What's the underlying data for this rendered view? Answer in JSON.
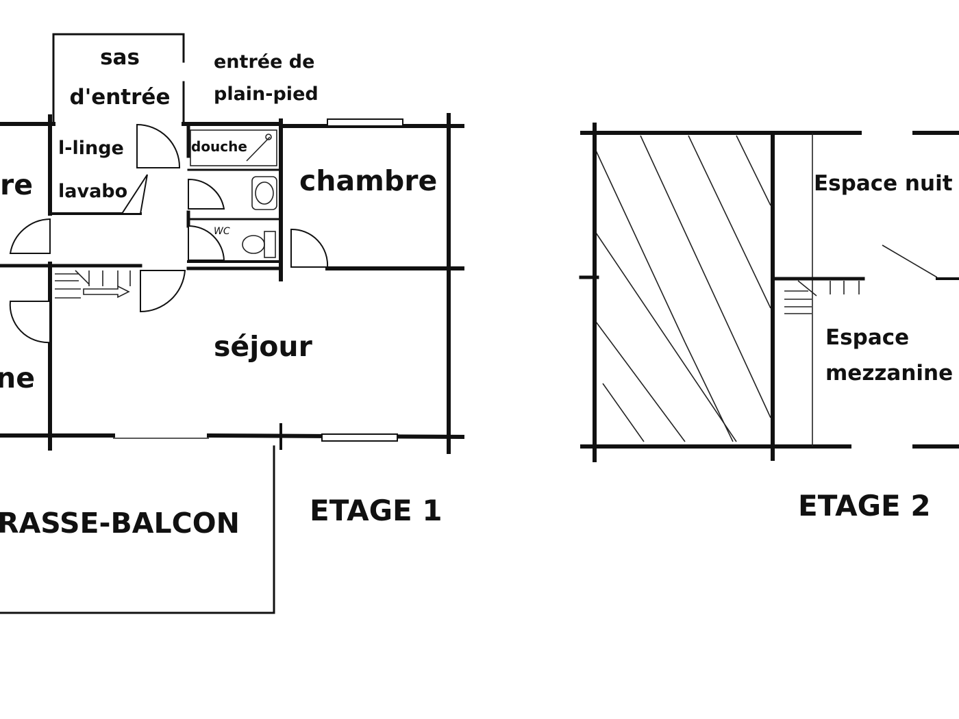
{
  "floor1": {
    "title": "ETAGE 1",
    "rooms": {
      "sas": [
        "sas",
        "d'entrée"
      ],
      "entree": [
        "entrée de",
        "plain-pied"
      ],
      "llinge": "l-linge",
      "lavabo": "lavabo",
      "douche": "douche",
      "wc": "WC",
      "chambre": "chambre",
      "chambre_left": "re",
      "sejour": "séjour",
      "cuisine_left": "ne",
      "terrasse": "RASSE-BALCON"
    }
  },
  "floor2": {
    "title": "ETAGE 2",
    "rooms": {
      "nuit": "Espace nuit",
      "mezzanine": [
        "Espace",
        "mezzanine"
      ]
    }
  },
  "colors": {
    "ink": "#111111",
    "background": "#ffffff"
  }
}
